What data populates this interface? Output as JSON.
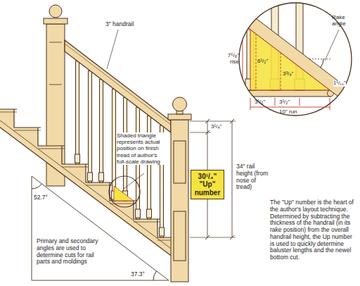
{
  "diagram": {
    "nodes": [
      {
        "text": [
          "30¹/₄\" \"Up\" number"
        ]
      }
    ],
    "labels": [
      "Rake angle",
      "7⁵/₈\" rise",
      "6¹/₂\"",
      "3³/₄\"",
      "1⁵/₁₆\"",
      "3¹/₂\"",
      "3¹/₂\"",
      "10\" run",
      "3\" handrail",
      "Shaded triangle represents actual position on finish tread of author's full-scale drawing",
      "3¹/₄\"",
      "34\" rail height (from nose of tread)",
      "The \"Up\" number is the heart of the author's layout technique. Determined by subtracting the thickness of the handrail (in its rake position) from the overall handrail height, the Up number is used to quickly determine baluster lengths and the newel bottom cut.",
      "52.7°",
      "Primary and secondary angles are used to determine cuts for rail parts and moldings",
      "37.3°"
    ]
  }
}
